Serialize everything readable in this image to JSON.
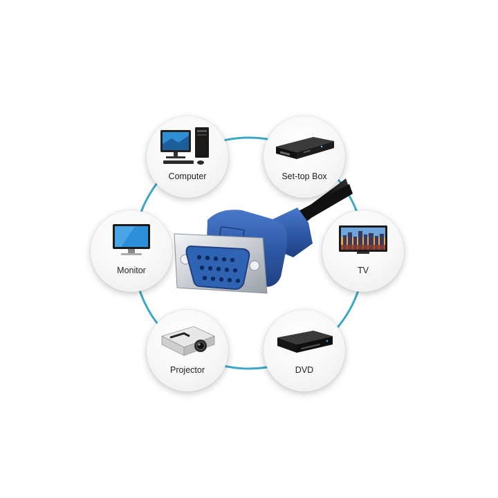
{
  "devices": [
    {
      "id": "computer",
      "label": "Computer",
      "icon": "computer-icon"
    },
    {
      "id": "settop",
      "label": "Set-top Box",
      "icon": "set-top-box-icon"
    },
    {
      "id": "monitor",
      "label": "Monitor",
      "icon": "monitor-icon"
    },
    {
      "id": "tv",
      "label": "TV",
      "icon": "tv-icon"
    },
    {
      "id": "projector",
      "label": "Projector",
      "icon": "projector-icon"
    },
    {
      "id": "dvd",
      "label": "DVD",
      "icon": "dvd-player-icon"
    }
  ],
  "center": {
    "icon": "vga-connector-icon"
  },
  "colors": {
    "ring": "#3aa7c4",
    "connector_blue": "#2f5aa8",
    "cable": "#111111",
    "background": "#ffffff"
  }
}
